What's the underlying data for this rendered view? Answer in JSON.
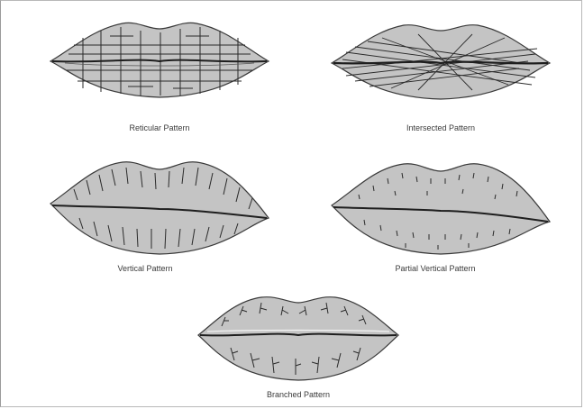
{
  "patterns": [
    {
      "id": "reticular",
      "caption": "Reticular Pattern"
    },
    {
      "id": "intersected",
      "caption": "Intersected Pattern"
    },
    {
      "id": "vertical",
      "caption": "Vertical Pattern"
    },
    {
      "id": "partial_vertical",
      "caption": "Partial Vertical Pattern"
    },
    {
      "id": "branched",
      "caption": "Branched Pattern"
    }
  ],
  "colors": {
    "lip_fill": "#c4c4c4",
    "lip_stroke": "#3a3a3a",
    "groove": "#2a2a2a"
  }
}
